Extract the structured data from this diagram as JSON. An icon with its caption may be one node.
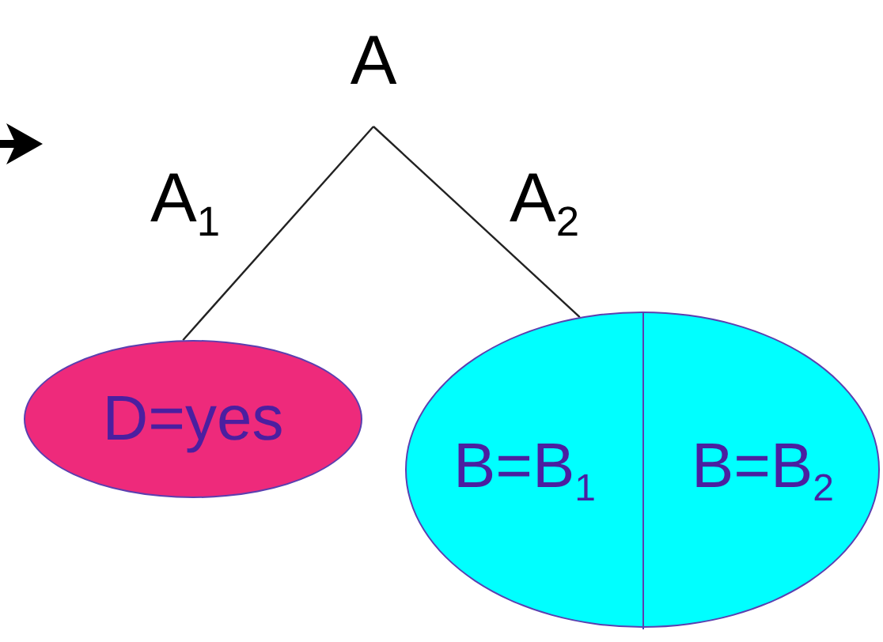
{
  "diagram": {
    "nodes": [
      {
        "text": [
          "A"
        ]
      },
      {
        "text": [
          "D=yes"
        ]
      },
      {
        "text": [],
        "shape": "ellipse"
      },
      {
        "text": [
          "B=B$_{1}$"
        ],
        "in": 2
      },
      {
        "text": [
          "B=B$_{2}$"
        ],
        "in": 2
      }
    ],
    "edges": [
      {
        "from": 0,
        "to": 1,
        "arrow": "none",
        "label": "A$_{1}$"
      },
      {
        "from": 0,
        "to": 2,
        "arrow": "none",
        "label": "A$_{2}$"
      }
    ]
  }
}
